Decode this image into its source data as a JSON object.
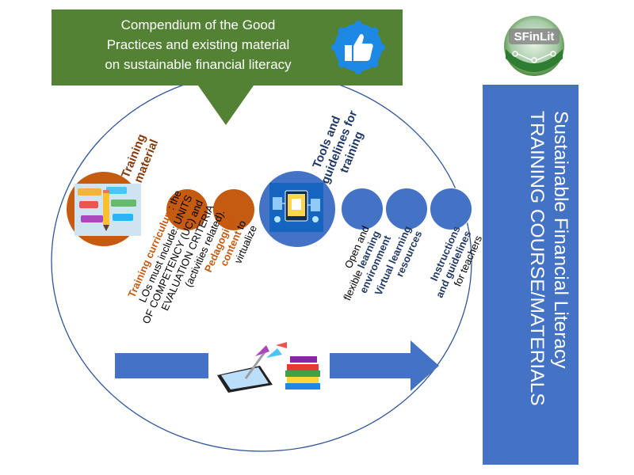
{
  "banner": {
    "line1": "Compendium of the Good",
    "line2": "Practices and existing material",
    "line3": "on sustainable financial literacy",
    "color": "#548235"
  },
  "logo": {
    "text": "SFinLit"
  },
  "headings": {
    "training_l1": "Training",
    "training_l2": "material",
    "tools_l1": "Tools and",
    "tools_l2": "guidelines for",
    "tools_l3": "training"
  },
  "orange_labels": {
    "curriculum": {
      "highlight": "Training curriculum",
      "rest1": ": the",
      "line2": "LOs must include: UNITS",
      "line3": "OF COMPETENCY (UC) and",
      "line4": "EVALUATION CRITERIA",
      "line5": "(activities related).",
      "color": "#c55a11"
    },
    "pedagogical": {
      "highlight1": "Pedagogical",
      "highlight2": "content",
      "rest2": " to",
      "line3": "virtualize"
    }
  },
  "blue_labels": {
    "open_env": {
      "line1": "Open and",
      "line2_plain": "flexible ",
      "line2_hl": "learning",
      "line3_hl": "environment"
    },
    "virtual": {
      "line1": "Virtual learning",
      "line2": "resources"
    },
    "instructions": {
      "line1": "Instructions",
      "line2": "and guidelines",
      "line3": "for teachers"
    },
    "color": "#203864"
  },
  "side_panel": {
    "line1": "Sustainable Financial Literacy",
    "line2": "TRAINING COURSE/MATERIALS",
    "color": "#4472c4"
  },
  "icons": {
    "thumbs": "thumbs-up-icon",
    "logo": "sfinlit-logo",
    "training_pic": "training-material-image",
    "tools_pic": "tools-devices-image",
    "books_pic": "tablet-books-image"
  }
}
